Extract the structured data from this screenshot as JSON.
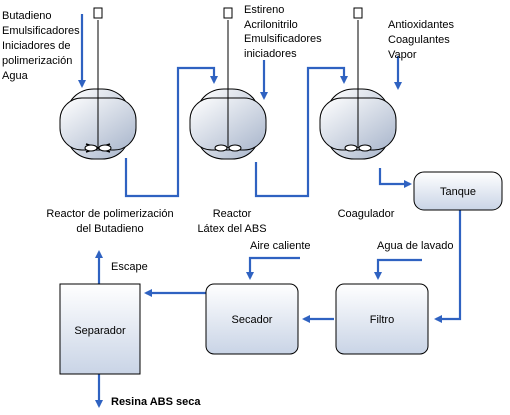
{
  "inputs": {
    "reactor1": [
      "Butadieno",
      "Emulsificadores",
      "Iniciadores de",
      "polimerización",
      "Agua"
    ],
    "reactor2": [
      "Estireno",
      "Acrilonitrilo",
      "Emulsificadores",
      "iniciadores"
    ],
    "coagulator": [
      "Antioxidantes",
      "Coagulantes",
      "Vapor"
    ]
  },
  "vessels": {
    "reactor1": [
      "Reactor de polimerización",
      "del Butadieno"
    ],
    "reactor2": [
      "Reactor",
      "Látex del ABS"
    ],
    "coagulator": [
      "Coagulador"
    ]
  },
  "units": {
    "tanque": "Tanque",
    "filtro": "Filtro",
    "secador": "Secador",
    "separador": "Separador"
  },
  "stream_labels": {
    "wash_water": "Agua de lavado",
    "hot_air": "Aire caliente",
    "escape": "Escape",
    "product": "Resina ABS seca"
  },
  "colors": {
    "flow": "#2f62c1",
    "box_fill_top": "#ffffff",
    "box_fill_bottom": "#c9d4e6",
    "outline": "#000000"
  }
}
